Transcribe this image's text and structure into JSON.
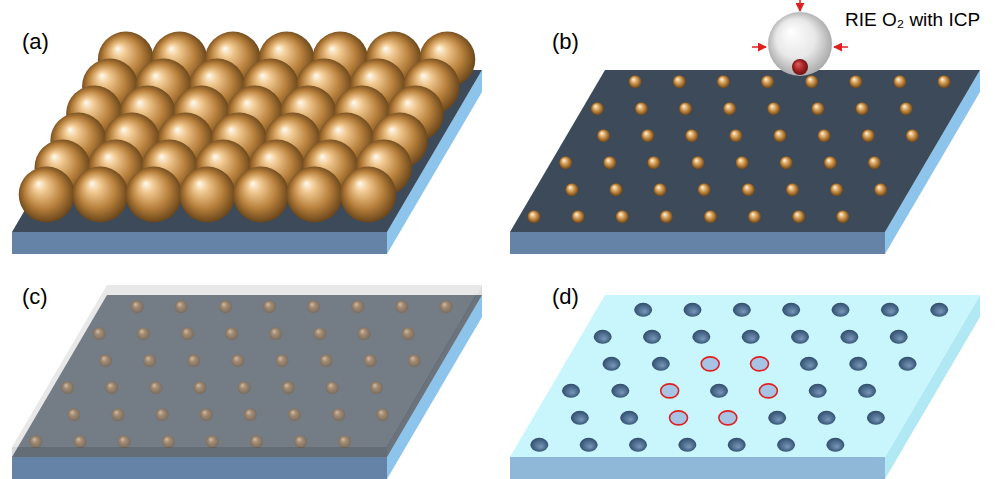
{
  "diagram": {
    "labels": [
      "(a)",
      "(b)",
      "RIE O₂ with ICP",
      "(c)",
      "(d)"
    ]
  }
}
